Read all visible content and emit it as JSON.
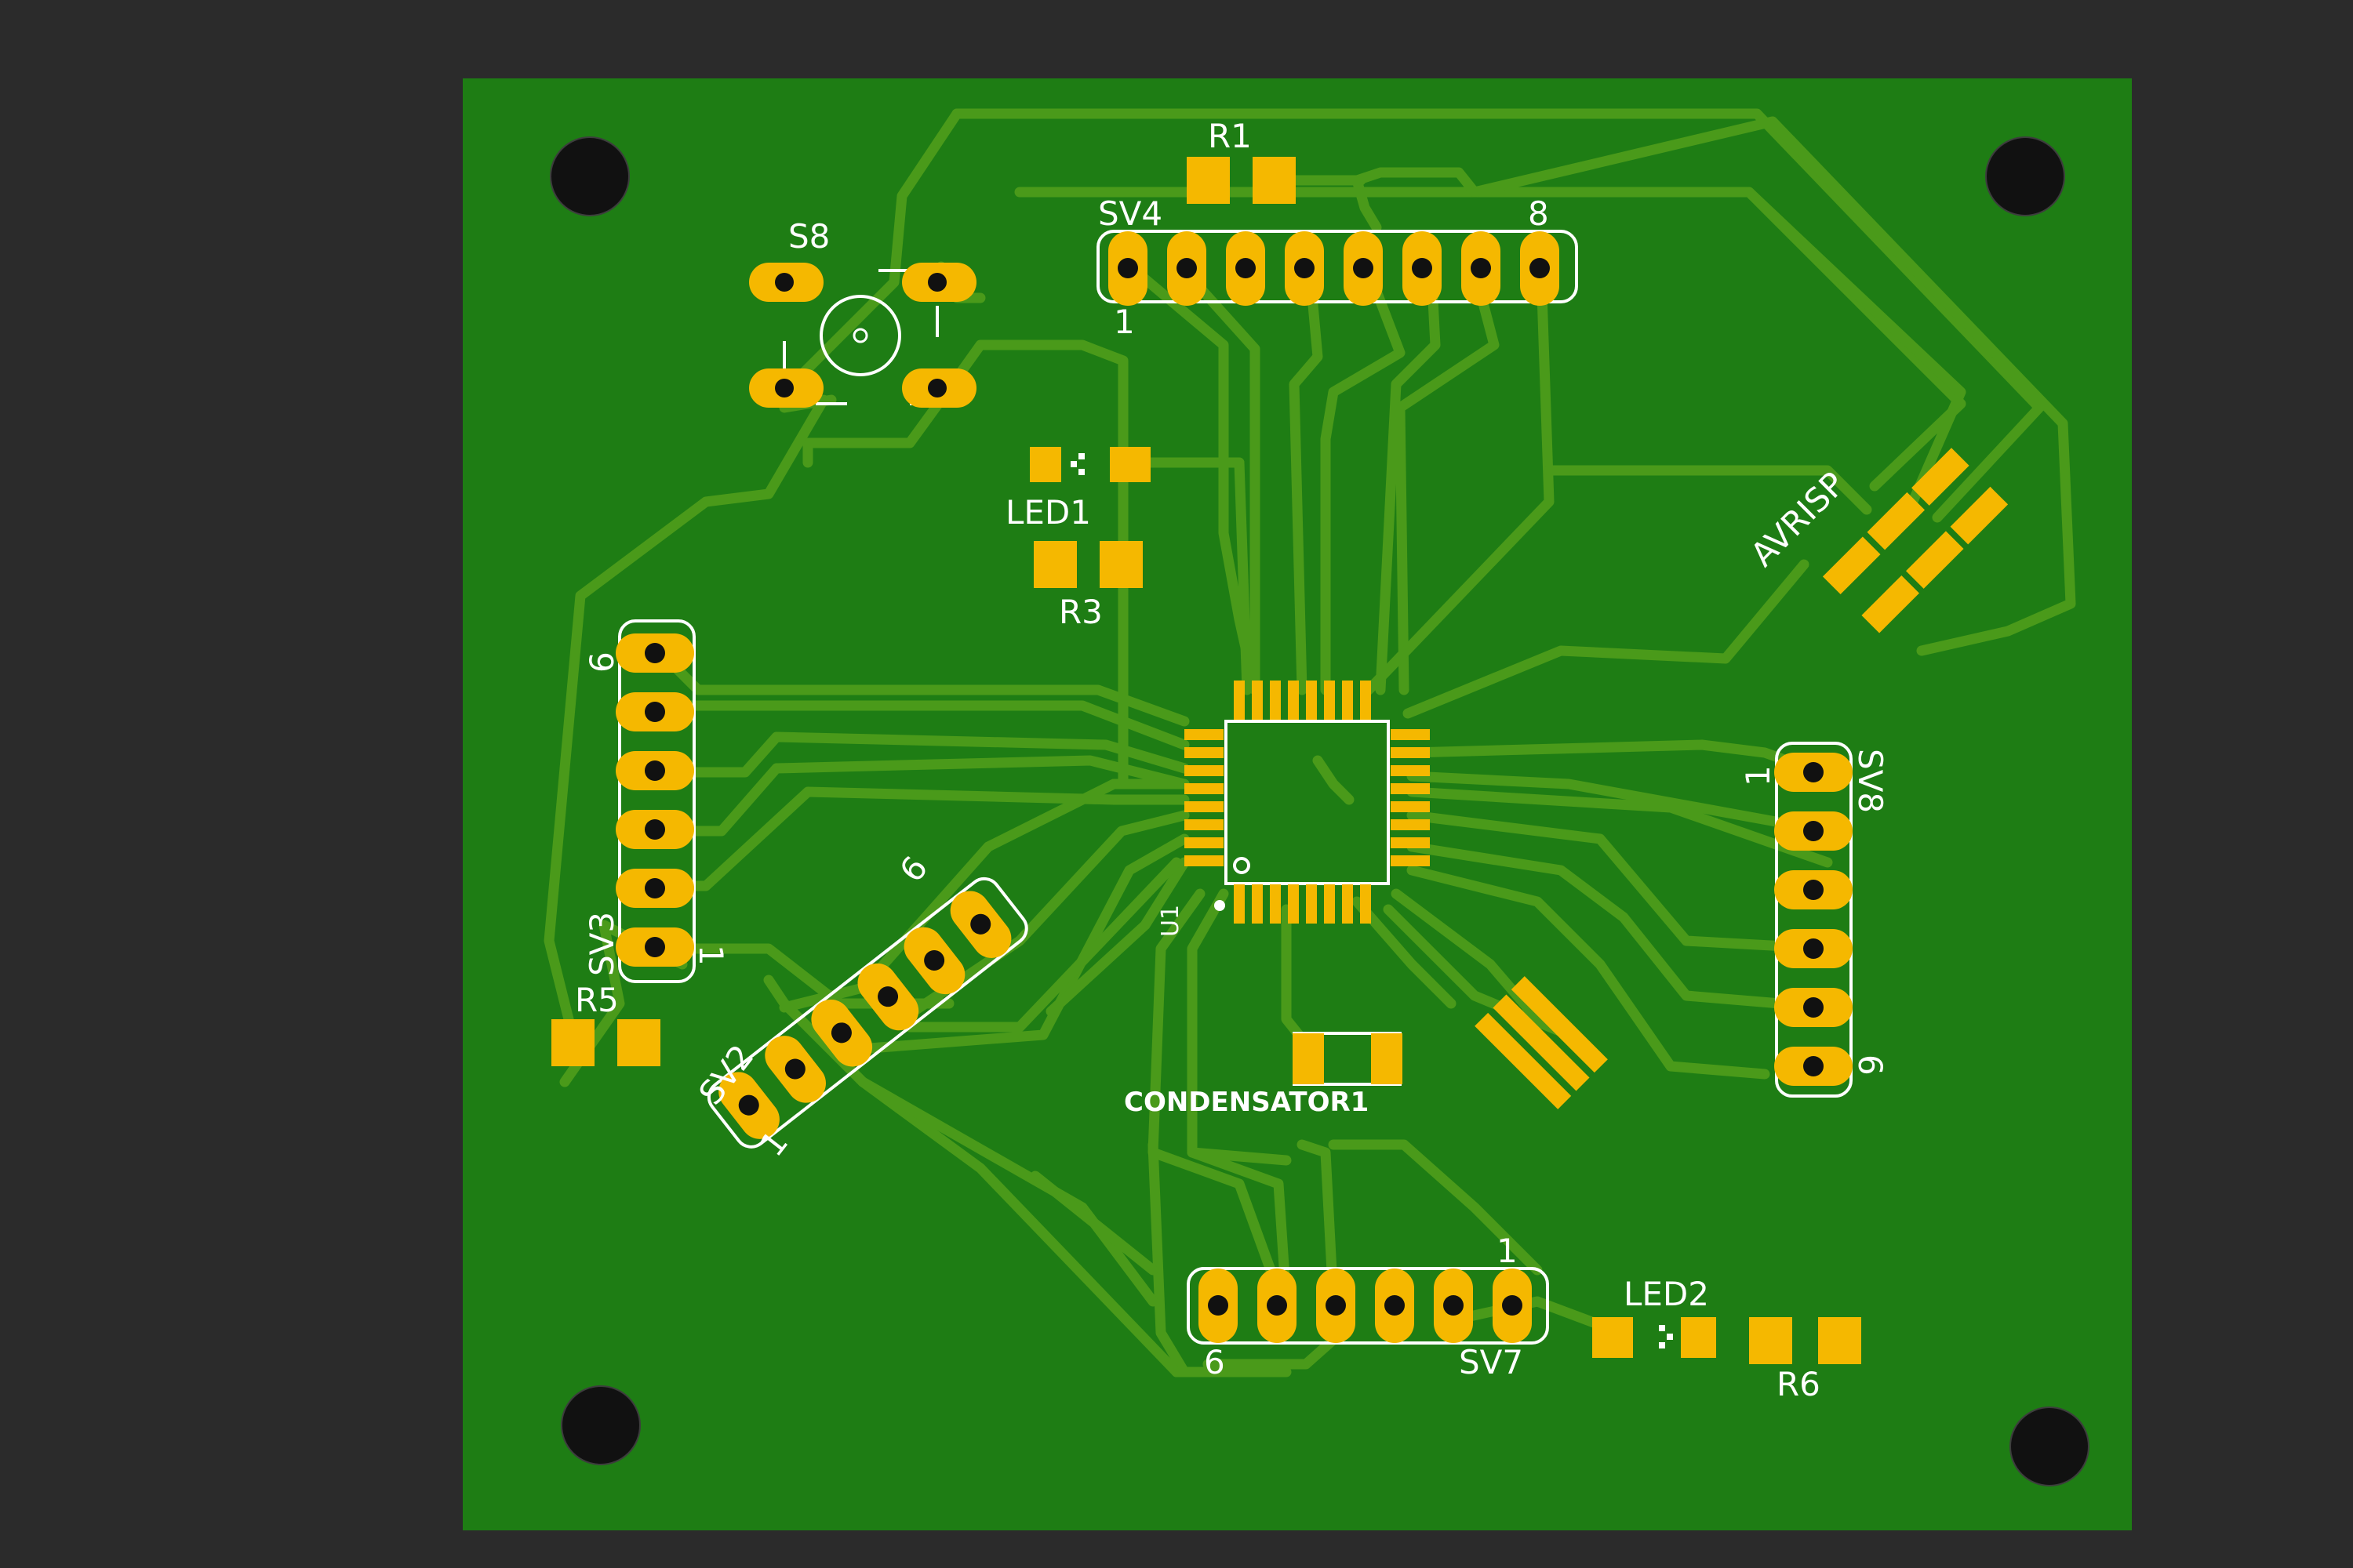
{
  "viewer": {
    "background_color": "#2b2b2b",
    "board_color": "#1e7d14",
    "trace_color": "#4a9a1a",
    "pad_color": "#f5b800",
    "silk_color": "#ffffff",
    "hole_color": "#111111"
  },
  "components": {
    "s8": "S8",
    "r1": "R1",
    "sv4": "SV4",
    "sv4_pin1": "1",
    "sv4_pin8": "8",
    "led1": "LED1",
    "r3": "R3",
    "averisp": "AVRISP",
    "sv3": "SV3",
    "sv3_pin6": "6",
    "sv3_pin1": "1",
    "r5": "R5",
    "sv2": "SV2",
    "sv2_pin6": "6",
    "sv2_pin1": "1",
    "u1": "U1",
    "sv8": "SV8",
    "sv8_pin1": "1",
    "sv8_pin6": "6",
    "condensator": "CONDENSATOR1",
    "sv7": "SV7",
    "sv7_pin1": "1",
    "sv7_pin6": "6",
    "led2": "LED2",
    "r6": "R6"
  }
}
